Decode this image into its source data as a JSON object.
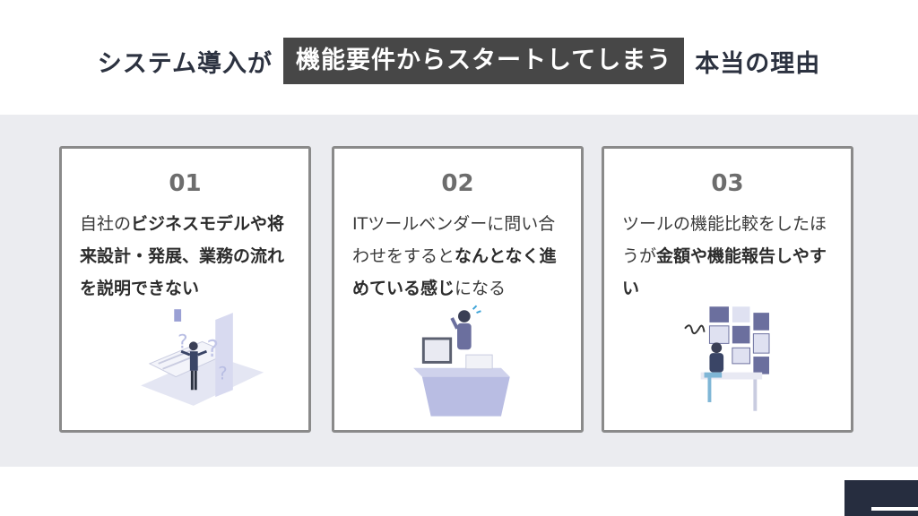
{
  "title": {
    "prefix": "システム導入が",
    "highlight": "機能要件からスタートしてしまう",
    "suffix": "本当の理由"
  },
  "cards": [
    {
      "number": "01",
      "segments": [
        {
          "t": "自社の",
          "b": false
        },
        {
          "t": "ビジネスモデルや将来設計・発展、業務の流れを説明できない",
          "b": true
        }
      ],
      "illustration": "confused-businessman-documents-illustration"
    },
    {
      "number": "02",
      "segments": [
        {
          "t": "ITツールベンダーに問い合わせをすると",
          "b": false
        },
        {
          "t": "なんとなく進めている感じ",
          "b": true
        },
        {
          "t": "になる",
          "b": false
        }
      ],
      "illustration": "phone-call-desk-person-illustration"
    },
    {
      "number": "03",
      "segments": [
        {
          "t": "ツールの機能比較をしたほうが",
          "b": false
        },
        {
          "t": "金額や機能報告しやすい",
          "b": true
        }
      ],
      "illustration": "person-dashboard-screens-illustration"
    }
  ]
}
